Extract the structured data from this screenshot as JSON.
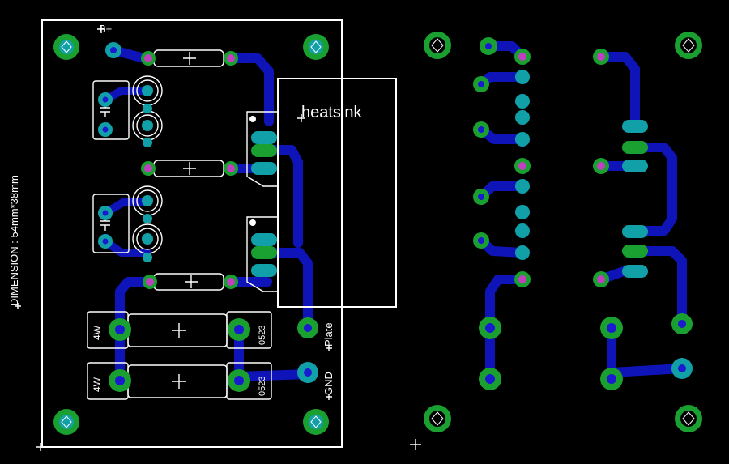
{
  "labels": {
    "bplus": "B+",
    "heatsink": "heatsink",
    "dimension": "DIMENSION : 54mm*38mm",
    "plate": "Plate",
    "gnd": "GND",
    "res_power_1": "4W",
    "res_power_2": "4W",
    "res_code_1": "0523",
    "res_code_2": "0523"
  },
  "colors": {
    "background": "#000000",
    "silkscreen": "#ffffff",
    "copper_trace": "#0f14b8",
    "pad": "#12a0a8",
    "mounting_ring": "#1aa030",
    "via": "#c040c0"
  }
}
